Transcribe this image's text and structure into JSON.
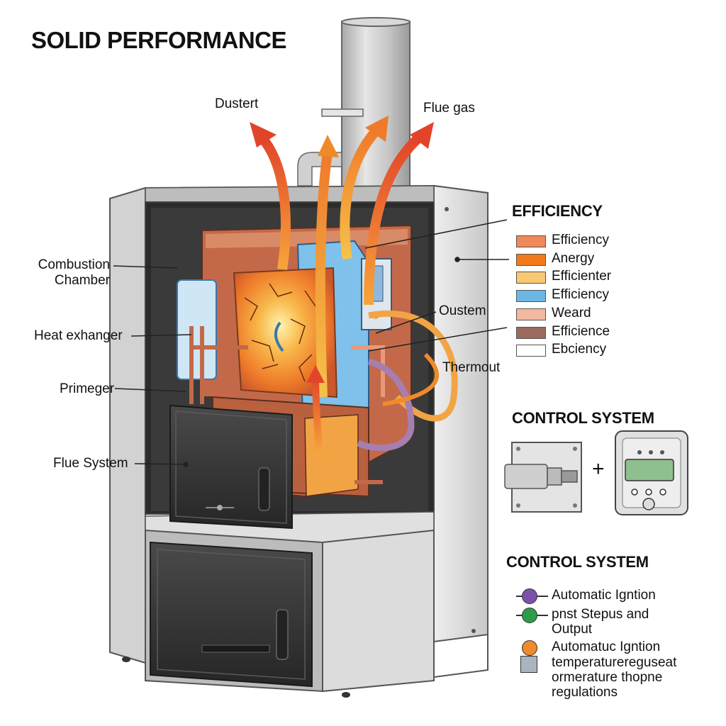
{
  "title": "SOLID PERFORMANCE",
  "flow_labels": {
    "left": "Dustert",
    "right": "Flue gas"
  },
  "component_labels": {
    "combustion_line1": "Combustion",
    "combustion_line2": "Chamber",
    "heat_exchanger": "Heat exhanger",
    "primeger": "Primeger",
    "flue_system": "Flue System",
    "oustem": "Oustem",
    "thermout": "Thermout"
  },
  "efficiency": {
    "heading": "EFFICIENCY",
    "items": [
      {
        "label": "Efficiency",
        "color": "#f0885a"
      },
      {
        "label": "Anergy",
        "color": "#f27a1a"
      },
      {
        "label": "Efficienter",
        "color": "#f9c872"
      },
      {
        "label": "Efficiency",
        "color": "#6cb6e6"
      },
      {
        "label": "Weard",
        "color": "#f3b9a0"
      },
      {
        "label": "Efficience",
        "color": "#9c6a5e"
      },
      {
        "label": "Ebciency",
        "color": "#ffffff"
      }
    ]
  },
  "control_system_1": {
    "heading": "CONTROL SYSTEM",
    "plus": "+"
  },
  "control_system_2": {
    "heading": "CONTROL SYSTEM",
    "items": [
      {
        "lines": [
          "Automatic Igntion"
        ],
        "color": "#7b52a8"
      },
      {
        "lines": [
          "pnst Stepus and",
          "Output"
        ],
        "color": "#2e9b4a"
      },
      {
        "lines": [
          "Automatuc Igntion"
        ],
        "color": "#f08a2a"
      },
      {
        "lines": [
          "temperaturereguseat",
          "ormerature thopne",
          "regulations"
        ],
        "color": "#aab4c0"
      }
    ]
  }
}
